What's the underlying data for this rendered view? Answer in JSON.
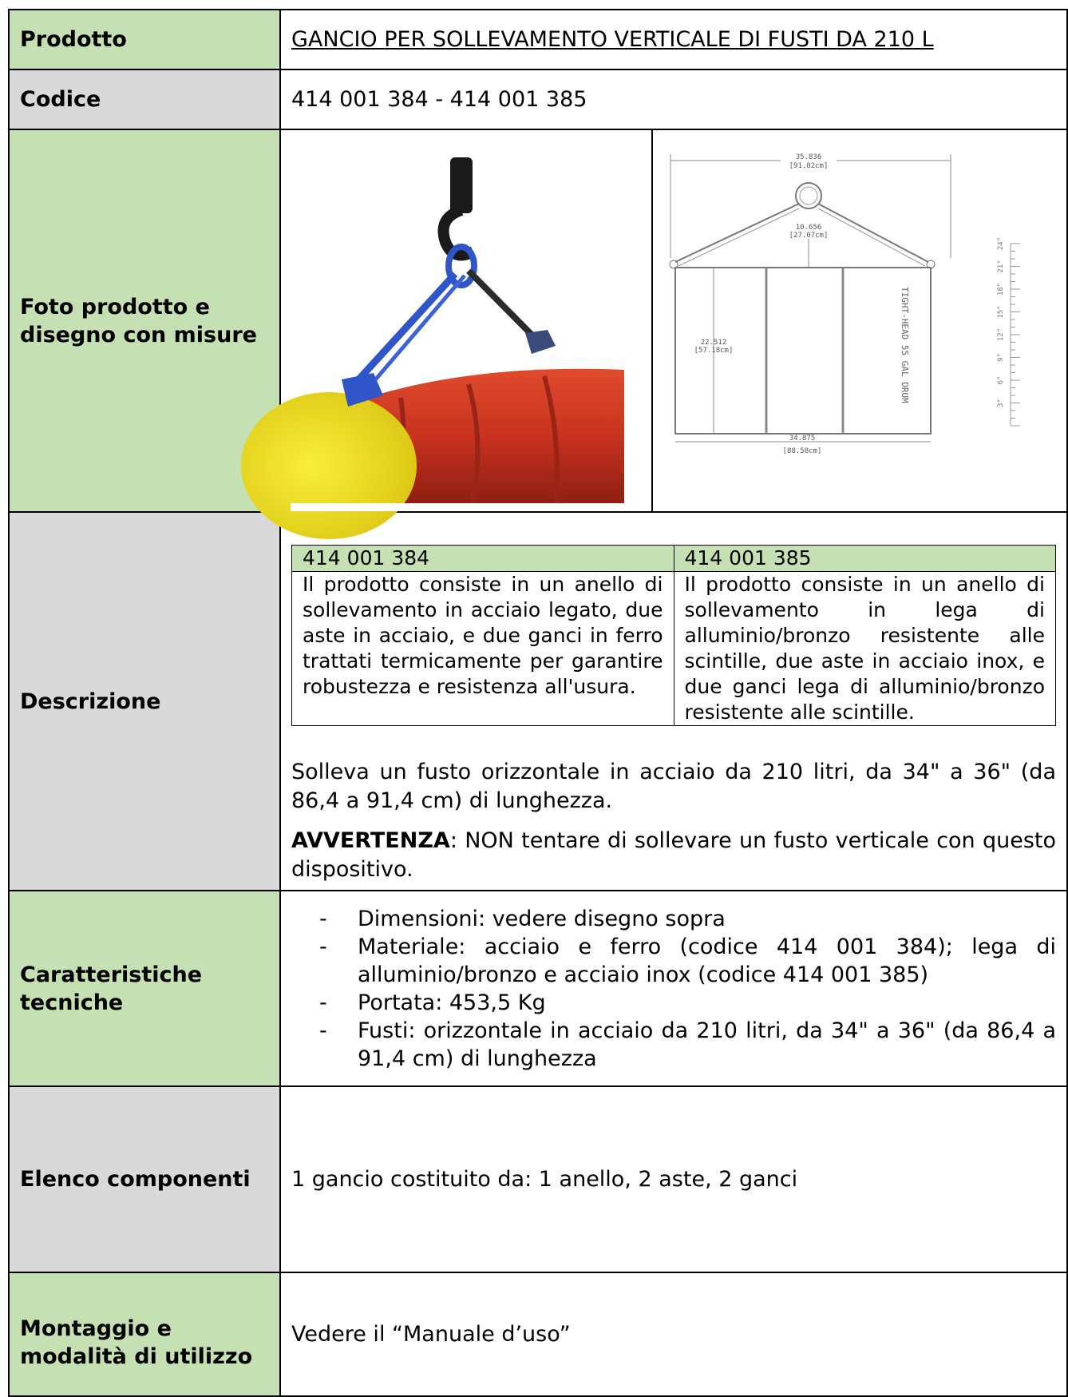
{
  "rows": {
    "prodotto": {
      "label": "Prodotto",
      "value": "GANCIO PER SOLLEVAMENTO VERTICALE DI FUSTI DA 210 L"
    },
    "codice": {
      "label": "Codice",
      "value": "414 001 384 - 414 001 385"
    },
    "foto": {
      "label_line1": "Foto prodotto e",
      "label_line2": "disegno con misure",
      "drawing": {
        "top_dim": "35.836",
        "top_dim_cm": "[91.02cm]",
        "inner_dim": "10.656",
        "inner_dim_cm": "[27.07cm]",
        "height_dim": "22.512",
        "height_dim_cm": "[57.18cm]",
        "bottom_dim": "34.875",
        "bottom_dim_cm": "[88.58cm]",
        "drum_text": "TIGHT-HEAD 55 GAL DRUM",
        "ruler_marks": [
          "3\"",
          "6\"",
          "9\"",
          "12\"",
          "15\"",
          "18\"",
          "21\"",
          "24\""
        ]
      }
    },
    "descrizione": {
      "label": "Descrizione",
      "table": [
        {
          "code": "414 001 384",
          "text": "Il prodotto consiste in un anello di sollevamento in acciaio legato, due aste in acciaio, e due ganci in ferro trattati termicamente per garantire robustezza e resistenza all'usura."
        },
        {
          "code": "414 001 385",
          "text": "Il prodotto consiste in un anello di sollevamento in lega di alluminio/bronzo resistente alle scintille, due aste in acciaio inox, e due ganci lega di alluminio/bronzo resistente alle scintille."
        }
      ],
      "paragraph": "Solleva un fusto orizzontale in acciaio da 210 litri, da 34\" a 36\" (da 86,4 a 91,4 cm) di lunghezza.",
      "warning_label": "AVVERTENZA",
      "warning_text": ": NON tentare di sollevare un fusto verticale con questo dispositivo."
    },
    "caratteristiche": {
      "label_line1": "Caratteristiche",
      "label_line2": "tecniche",
      "items": [
        "Dimensioni: vedere disegno sopra",
        "Materiale: acciaio e ferro (codice 414 001 384); lega di alluminio/bronzo e acciaio inox (codice 414 001 385)",
        "Portata: 453,5 Kg",
        "Fusti: orizzontale in acciaio da 210 litri, da 34\" a 36\" (da 86,4 a 91,4 cm) di lunghezza"
      ]
    },
    "componenti": {
      "label": "Elenco componenti",
      "value": "1 gancio costituito da: 1 anello, 2 aste, 2 ganci"
    },
    "montaggio": {
      "label_line1": "Montaggio e",
      "label_line2": "modalità di utilizzo",
      "value": "Vedere il “Manuale d’uso”"
    }
  },
  "colors": {
    "label_green": "#c5e0b3",
    "label_gray": "#d9d9d9",
    "drum_red": "#c8331f",
    "drum_yellow": "#f5e21c",
    "hook_blue": "#2f55c8"
  }
}
